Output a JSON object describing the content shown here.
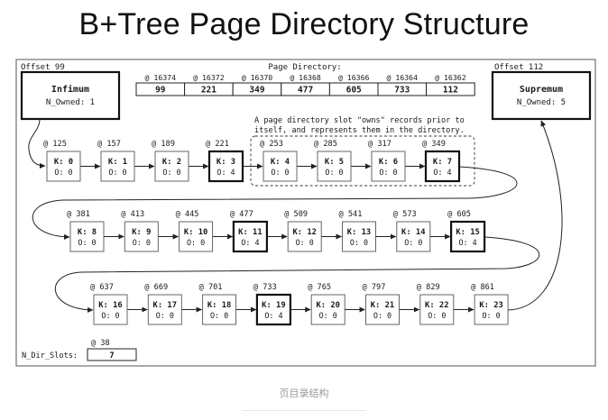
{
  "title": "B+Tree Page Directory Structure",
  "caption": "页目录结构",
  "infimum": {
    "offset_label": "Offset 99",
    "name": "Infimum",
    "owned": "N_Owned: 1"
  },
  "supremum": {
    "offset_label": "Offset 112",
    "name": "Supremum",
    "owned": "N_Owned: 5"
  },
  "page_directory": {
    "label": "Page Directory:",
    "slots": [
      {
        "offset": "@ 16374",
        "value": "99"
      },
      {
        "offset": "@ 16372",
        "value": "221"
      },
      {
        "offset": "@ 16370",
        "value": "349"
      },
      {
        "offset": "@ 16368",
        "value": "477"
      },
      {
        "offset": "@ 16366",
        "value": "605"
      },
      {
        "offset": "@ 16364",
        "value": "733"
      },
      {
        "offset": "@ 16362",
        "value": "112"
      }
    ]
  },
  "note": [
    "A page directory slot \"owns\" records prior to",
    "itself, and represents them in the directory."
  ],
  "records": [
    {
      "offset": "@ 125",
      "key": "K: 0",
      "owned": "O: 0",
      "owner": false
    },
    {
      "offset": "@ 157",
      "key": "K: 1",
      "owned": "O: 0",
      "owner": false
    },
    {
      "offset": "@ 189",
      "key": "K: 2",
      "owned": "O: 0",
      "owner": false
    },
    {
      "offset": "@ 221",
      "key": "K: 3",
      "owned": "O: 4",
      "owner": true
    },
    {
      "offset": "@ 253",
      "key": "K: 4",
      "owned": "O: 0",
      "owner": false
    },
    {
      "offset": "@ 285",
      "key": "K: 5",
      "owned": "O: 0",
      "owner": false
    },
    {
      "offset": "@ 317",
      "key": "K: 6",
      "owned": "O: 0",
      "owner": false
    },
    {
      "offset": "@ 349",
      "key": "K: 7",
      "owned": "O: 4",
      "owner": true
    },
    {
      "offset": "@ 381",
      "key": "K: 8",
      "owned": "O: 0",
      "owner": false
    },
    {
      "offset": "@ 413",
      "key": "K: 9",
      "owned": "O: 0",
      "owner": false
    },
    {
      "offset": "@ 445",
      "key": "K: 10",
      "owned": "O: 0",
      "owner": false
    },
    {
      "offset": "@ 477",
      "key": "K: 11",
      "owned": "O: 4",
      "owner": true
    },
    {
      "offset": "@ 509",
      "key": "K: 12",
      "owned": "O: 0",
      "owner": false
    },
    {
      "offset": "@ 541",
      "key": "K: 13",
      "owned": "O: 0",
      "owner": false
    },
    {
      "offset": "@ 573",
      "key": "K: 14",
      "owned": "O: 0",
      "owner": false
    },
    {
      "offset": "@ 605",
      "key": "K: 15",
      "owned": "O: 4",
      "owner": true
    },
    {
      "offset": "@ 637",
      "key": "K: 16",
      "owned": "O: 0",
      "owner": false
    },
    {
      "offset": "@ 669",
      "key": "K: 17",
      "owned": "O: 0",
      "owner": false
    },
    {
      "offset": "@ 701",
      "key": "K: 18",
      "owned": "O: 0",
      "owner": false
    },
    {
      "offset": "@ 733",
      "key": "K: 19",
      "owned": "O: 4",
      "owner": true
    },
    {
      "offset": "@ 765",
      "key": "K: 20",
      "owned": "O: 0",
      "owner": false
    },
    {
      "offset": "@ 797",
      "key": "K: 21",
      "owned": "O: 0",
      "owner": false
    },
    {
      "offset": "@ 829",
      "key": "K: 22",
      "owned": "O: 0",
      "owner": false
    },
    {
      "offset": "@ 861",
      "key": "K: 23",
      "owned": "O: 0",
      "owner": false
    }
  ],
  "n_dir_slots": {
    "offset": "@ 38",
    "label": "N_Dir_Slots:",
    "value": "7"
  }
}
